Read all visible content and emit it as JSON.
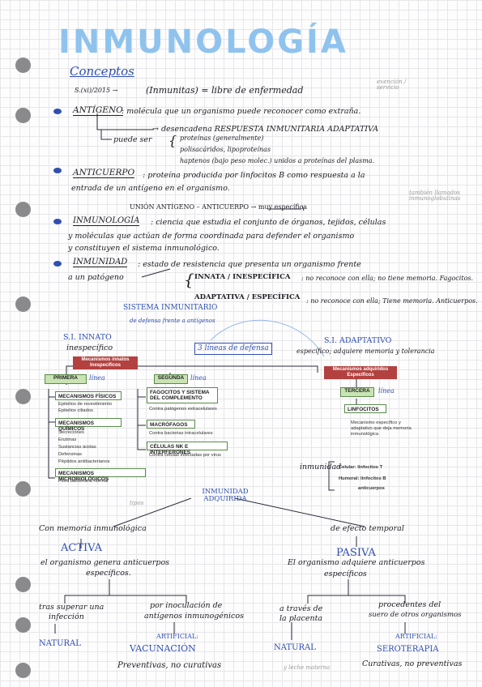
{
  "title": "INMUNOLOGÍA",
  "conceptos": "Conceptos",
  "l1_date": "S.(xi)/2015 →",
  "l1_text": "(Inmunitas) = libre de enfermedad",
  "l1_side": "exención / servicio",
  "antigeno_term": "ANTÍGENO",
  "antigeno_def": ": molécula que un organismo puede reconocer como extraña.",
  "antigeno_arrow": "→ desencadena RESPUESTA INMUNITARIA ADAPTATIVA",
  "puede_ser": "puede ser",
  "puede_items": [
    "proteínas (generalmente)",
    "polisacáridos, lipoproteínas",
    "haptenos (bajo peso molec.) unidos a proteínas del plasma."
  ],
  "anticuerpo_term": "ANTICUERPO",
  "anticuerpo_def": ": proteína producida por linfocitos B como respuesta a la",
  "anticuerpo_def2": "entrada de un antígeno en el organismo.",
  "anticuerpo_side": "también llamados inmunoglobulinas",
  "union": "UNIÓN ANTÍGENO – ANTICUERPO → muy específica",
  "inmuno_term": "INMUNOLOGÍA",
  "inmuno_def": ": ciencia que estudia el conjunto de órganos, tejidos, células",
  "inmuno_def2": "y moléculas que actúan de forma coordinada para defender el organismo",
  "inmuno_def3": "y constituyen el sistema inmunológico.",
  "inmunidad_term": "INMUNIDAD",
  "inmunidad_def": ": estado de resistencia que presenta un organismo frente",
  "inmunidad_def2": "a un patógeno",
  "innata_label": "INNATA / INESPECÍFICA",
  "innata_desc": ": no reconoce con ella; no tiene memoria. Fagocitos.",
  "adaptativa_label": "ADAPTATIVA / ESPECÍFICA",
  "adaptativa_desc": ": no reconoce con ella; Tiene memoria. Anticuerpos.",
  "sistema_title": "SISTEMA INMUNITARIO",
  "sistema_sub": "de defensa frente a antígenos",
  "si_innato": "S.I. INNATO",
  "si_innato_sub": "inespecífico",
  "tres_lineas": "3 líneas de defensa",
  "si_adaptativo": "S.I. ADAPTATIVO",
  "si_adaptativo_sub": "específico; adquiere memoria y tolerancia",
  "mech_innatos": "Mecanismos innatos",
  "inespecificos": "Inespecíficos",
  "mech_adquiridos": "Mecanismos adquiridos",
  "especificos": "Específicos",
  "primera": "PRIMERA",
  "segunda": "SEGUNDA",
  "tercera": "TERCERA",
  "linea": "línea",
  "mec_fisicos": "MECANISMOS FÍSICOS",
  "mec_fisicos_items": [
    "Epitelios de revestimiento",
    "Epitelios ciliados"
  ],
  "mec_quimicos": "MECANISMOS QUÍMICOS",
  "mec_quimicos_items": [
    "Secreciones",
    "Enzimas",
    "Sustancias ácidas",
    "Defensinas",
    "Péptidos antibacterianos"
  ],
  "mec_micro": "MECANISMOS MICROBIOLÓGICOS",
  "mec_micro_item": "Flora bacteriana normal",
  "fagocitos": "FAGOCITOS Y SISTEMA DEL COMPLEMENTO",
  "fagocitos_item": "Contra patógenos extracelulares",
  "macrofagos": "MACRÓFAGOS",
  "macrofagos_item": "Contra bacterias intracelulares",
  "celulas_nk": "CÉLULAS NK E INTERFERONES",
  "celulas_nk_item": "Contra células infectadas por virus",
  "linfocitos": "LINFOCITOS",
  "mecanismo_desc": "Mecanismo específico y adaptativo que deja memoria inmunológica",
  "inmunidad_word": "inmunidad",
  "celular": "Celular: linfocitos T",
  "humoral": "Humoral: linfocitos B",
  "anticuerpos": "anticuerpos",
  "tipos": "tipos",
  "inmunidad_adquirida": "INMUNIDAD ADQUIRIDA",
  "con_memoria": "Con memoria inmunológica",
  "efecto_temporal": "de efecto temporal",
  "activa": "ACTIVA",
  "pasiva": "PASIVA",
  "activa_desc": "el organismo genera anticuerpos",
  "activa_desc2": "específicos.",
  "pasiva_desc": "El organismo adquiere anticuerpos",
  "pasiva_desc2": "específicos",
  "tras_superar": "tras superar una",
  "infeccion": "infección",
  "por_inoculacion": "por inoculación de",
  "antigenos_inm": "antígenos inmunogénicos",
  "a_traves": "a través de",
  "la_placenta": "la placenta",
  "procedentes": "procedentes del",
  "suero": "suero de otros organismos",
  "natural1": "NATURAL",
  "artificial_vac": "ARTIFICIAL:",
  "vacunacion": "VACUNACIÓN",
  "natural2": "NATURAL",
  "artificial_ser": "ARTIFICIAL:",
  "seroterapia": "SEROTERAPIA",
  "preventivas": "Preventivas, no curativas",
  "curativas": "Curativas, no preventivas",
  "leche": "y leche materna"
}
